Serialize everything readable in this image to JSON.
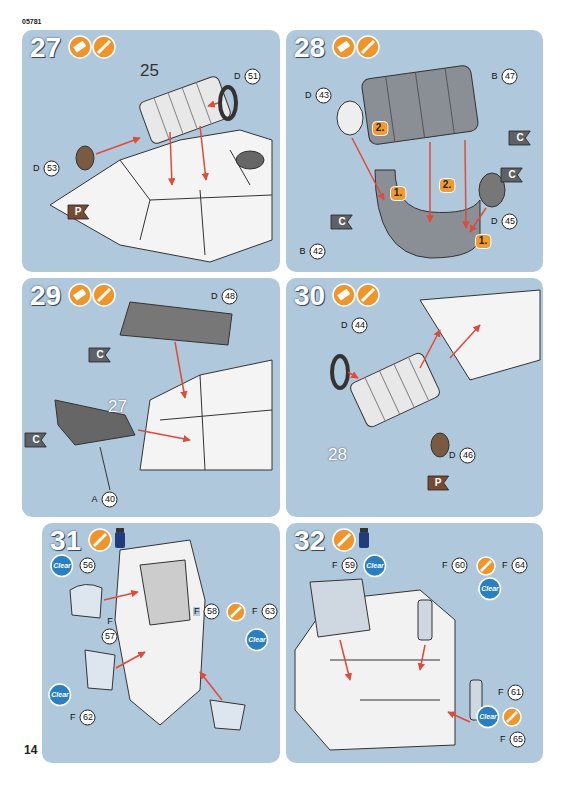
{
  "diagram": {
    "nodes": [
      {
        "text": [
          "27"
        ]
      },
      {
        "text": [
          "D",
          "51"
        ],
        "in": 0
      },
      {
        "text": [
          "D",
          "53"
        ],
        "in": 0
      },
      {
        "text": [
          "P"
        ],
        "in": 0
      },
      {
        "text": [
          "28"
        ]
      },
      {
        "text": [
          "D",
          "43"
        ],
        "in": 4
      },
      {
        "text": [
          "2."
        ],
        "in": 4
      },
      {
        "text": [
          "B",
          "47"
        ],
        "in": 4
      },
      {
        "text": [
          "C"
        ],
        "in": 4
      },
      {
        "text": [
          "C"
        ],
        "in": 4
      },
      {
        "text": [
          "2."
        ],
        "in": 4
      },
      {
        "text": [
          "1."
        ],
        "in": 4
      },
      {
        "text": [
          "C"
        ],
        "in": 4
      },
      {
        "text": [
          "D",
          "45"
        ],
        "in": 4
      },
      {
        "text": [
          "1."
        ],
        "in": 4
      },
      {
        "text": [
          "B",
          "42"
        ],
        "in": 4
      },
      {
        "text": [
          "29"
        ]
      },
      {
        "text": [
          "D",
          "48"
        ],
        "in": 16
      },
      {
        "text": [
          "C"
        ],
        "in": 16
      },
      {
        "text": [
          "C"
        ],
        "in": 16
      },
      {
        "text": [
          "A",
          "40"
        ],
        "in": 16
      },
      {
        "text": [
          "30"
        ]
      },
      {
        "text": [
          "D",
          "44"
        ],
        "in": 21
      },
      {
        "text": [
          "D",
          "46"
        ],
        "in": 21
      },
      {
        "text": [
          "P"
        ],
        "in": 21
      },
      {
        "text": [
          "31"
        ]
      },
      {
        "text": [
          "Clear"
        ],
        "in": 25
      },
      {
        "text": [
          "56"
        ],
        "in": 25
      },
      {
        "text": [
          "F",
          "58"
        ],
        "in": 25
      },
      {
        "text": [
          "F",
          "63"
        ],
        "in": 25
      },
      {
        "text": [
          "Clear"
        ],
        "in": 25
      },
      {
        "text": [
          "F",
          "57"
        ],
        "in": 25
      },
      {
        "text": [
          "Clear"
        ],
        "in": 25
      },
      {
        "text": [
          "F",
          "62"
        ],
        "in": 25
      },
      {
        "text": [
          "32"
        ]
      },
      {
        "text": [
          "F",
          "59"
        ],
        "in": 34
      },
      {
        "text": [
          "Clear"
        ],
        "in": 34
      },
      {
        "text": [
          "F",
          "60"
        ],
        "in": 34
      },
      {
        "text": [
          "F",
          "64"
        ],
        "in": 34
      },
      {
        "text": [
          "Clear"
        ],
        "in": 34
      },
      {
        "text": [
          "F",
          "61"
        ],
        "in": 34
      },
      {
        "text": [
          "Clear"
        ],
        "in": 34
      },
      {
        "text": [
          "F",
          "65"
        ],
        "in": 34
      }
    ],
    "labels": [
      "05781",
      "25",
      "27",
      "28",
      "14"
    ]
  }
}
